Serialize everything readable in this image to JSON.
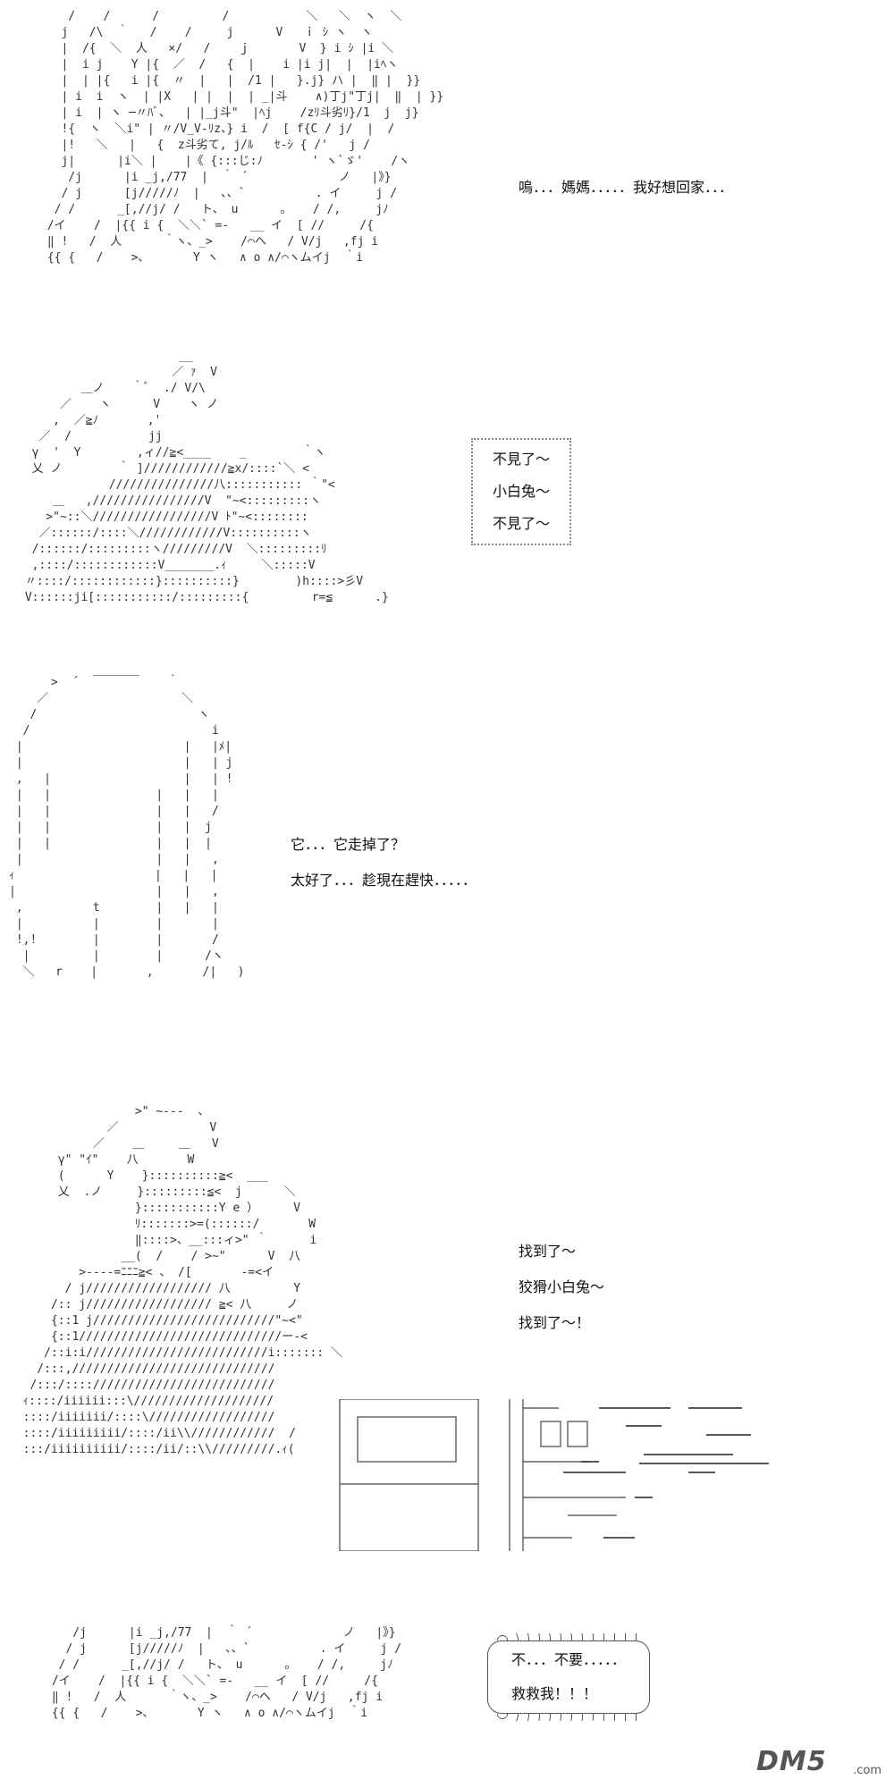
{
  "panels": [
    {
      "id": "panel1",
      "dialog": [
        "嗚．．．媽媽．．．．．我好想回家．．．"
      ]
    },
    {
      "id": "panel2",
      "dialog": [
        "不見了～",
        "小白兔～",
        "不見了～"
      ]
    },
    {
      "id": "panel3",
      "dialog": [
        "它．．．它走掉了？",
        "太好了．．．趁現在趕快．．．．．"
      ]
    },
    {
      "id": "panel4",
      "dialog": [
        "找到了～",
        "狡猾小白兔～",
        "找到了～！"
      ]
    },
    {
      "id": "panel5",
      "dialog": [
        "不．．．不要．．．．．",
        "救救我！！！"
      ]
    }
  ],
  "watermark": {
    "brand": "DM5",
    "domain": ".com"
  }
}
